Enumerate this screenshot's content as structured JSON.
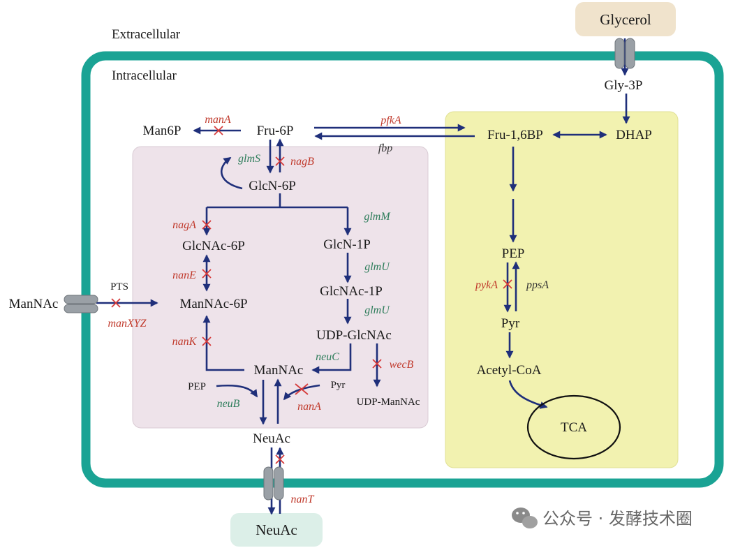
{
  "regions": {
    "extracellular": "Extracellular",
    "intracellular": "Intracellular"
  },
  "metabolites": {
    "glycerol": "Glycerol",
    "gly3p": "Gly-3P",
    "man6p": "Man6P",
    "fru6p": "Fru-6P",
    "fru16bp": "Fru-1,6BP",
    "dhap": "DHAP",
    "glcn6p": "GlcN-6P",
    "glcnac6p": "GlcNAc-6P",
    "glcn1p": "GlcN-1P",
    "glcnac1p": "GlcNAc-1P",
    "udpglcnac": "UDP-GlcNAc",
    "udpmannac": "UDP-ManNAc",
    "mannac_out": "ManNAc",
    "mannac6p": "ManNAc-6P",
    "mannac": "ManNAc",
    "neuac": "NeuAc",
    "neuac_out": "NeuAc",
    "pep_left": "PEP",
    "pyr_left": "Pyr",
    "pep": "PEP",
    "pyr": "Pyr",
    "acetylcoa": "Acetyl-CoA",
    "tca": "TCA",
    "pts": "PTS"
  },
  "enzymes": {
    "manA": "manA",
    "pfkA": "pfkA",
    "fbp": "fbp",
    "glmS": "glmS",
    "nagB": "nagB",
    "nagA": "nagA",
    "glmM": "glmM",
    "nanE": "nanE",
    "glmU_1": "glmU",
    "glmU_2": "glmU",
    "manXYZ": "manXYZ",
    "nanK": "nanK",
    "neuC": "neuC",
    "wecB": "wecB",
    "neuB": "neuB",
    "nanA": "nanA",
    "nanT": "nanT",
    "pykA": "pykA",
    "ppsA": "ppsA"
  },
  "watermark": "公众号 · 发酵技术圈",
  "colors": {
    "membrane": "#1aa394",
    "pink_box": "#eee3ea",
    "yellow_box": "#f2f2b0",
    "arrow": "#1f2f7a",
    "knockout": "#d63a3a",
    "enzyme_green": "#2e7d5b",
    "enzyme_red": "#c0392b",
    "glycerol_box": "#f0e3cc",
    "neuac_box": "#dcefe8",
    "transporter": "#9aa0a6"
  }
}
